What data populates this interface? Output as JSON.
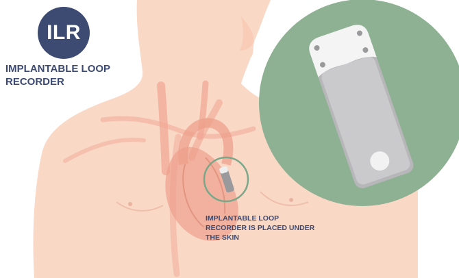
{
  "badge": {
    "text": "ILR"
  },
  "title": "IMPLANTABLE LOOP\nRECORDER",
  "caption": "IMPLANTABLE LOOP\nRECORDER IS PLACED UNDER\nTHE SKIN",
  "colors": {
    "skin": "#fad8c6",
    "skin_shadow": "#f5c2ac",
    "vessel": "#f0a895",
    "heart": "#ec9c88",
    "accent_navy": "#3d4a72",
    "highlight_ring": "#7aa789",
    "zoom_circle": "#8fb193",
    "device_body": "#c8c8ca",
    "device_cap": "#f2f2f2"
  }
}
